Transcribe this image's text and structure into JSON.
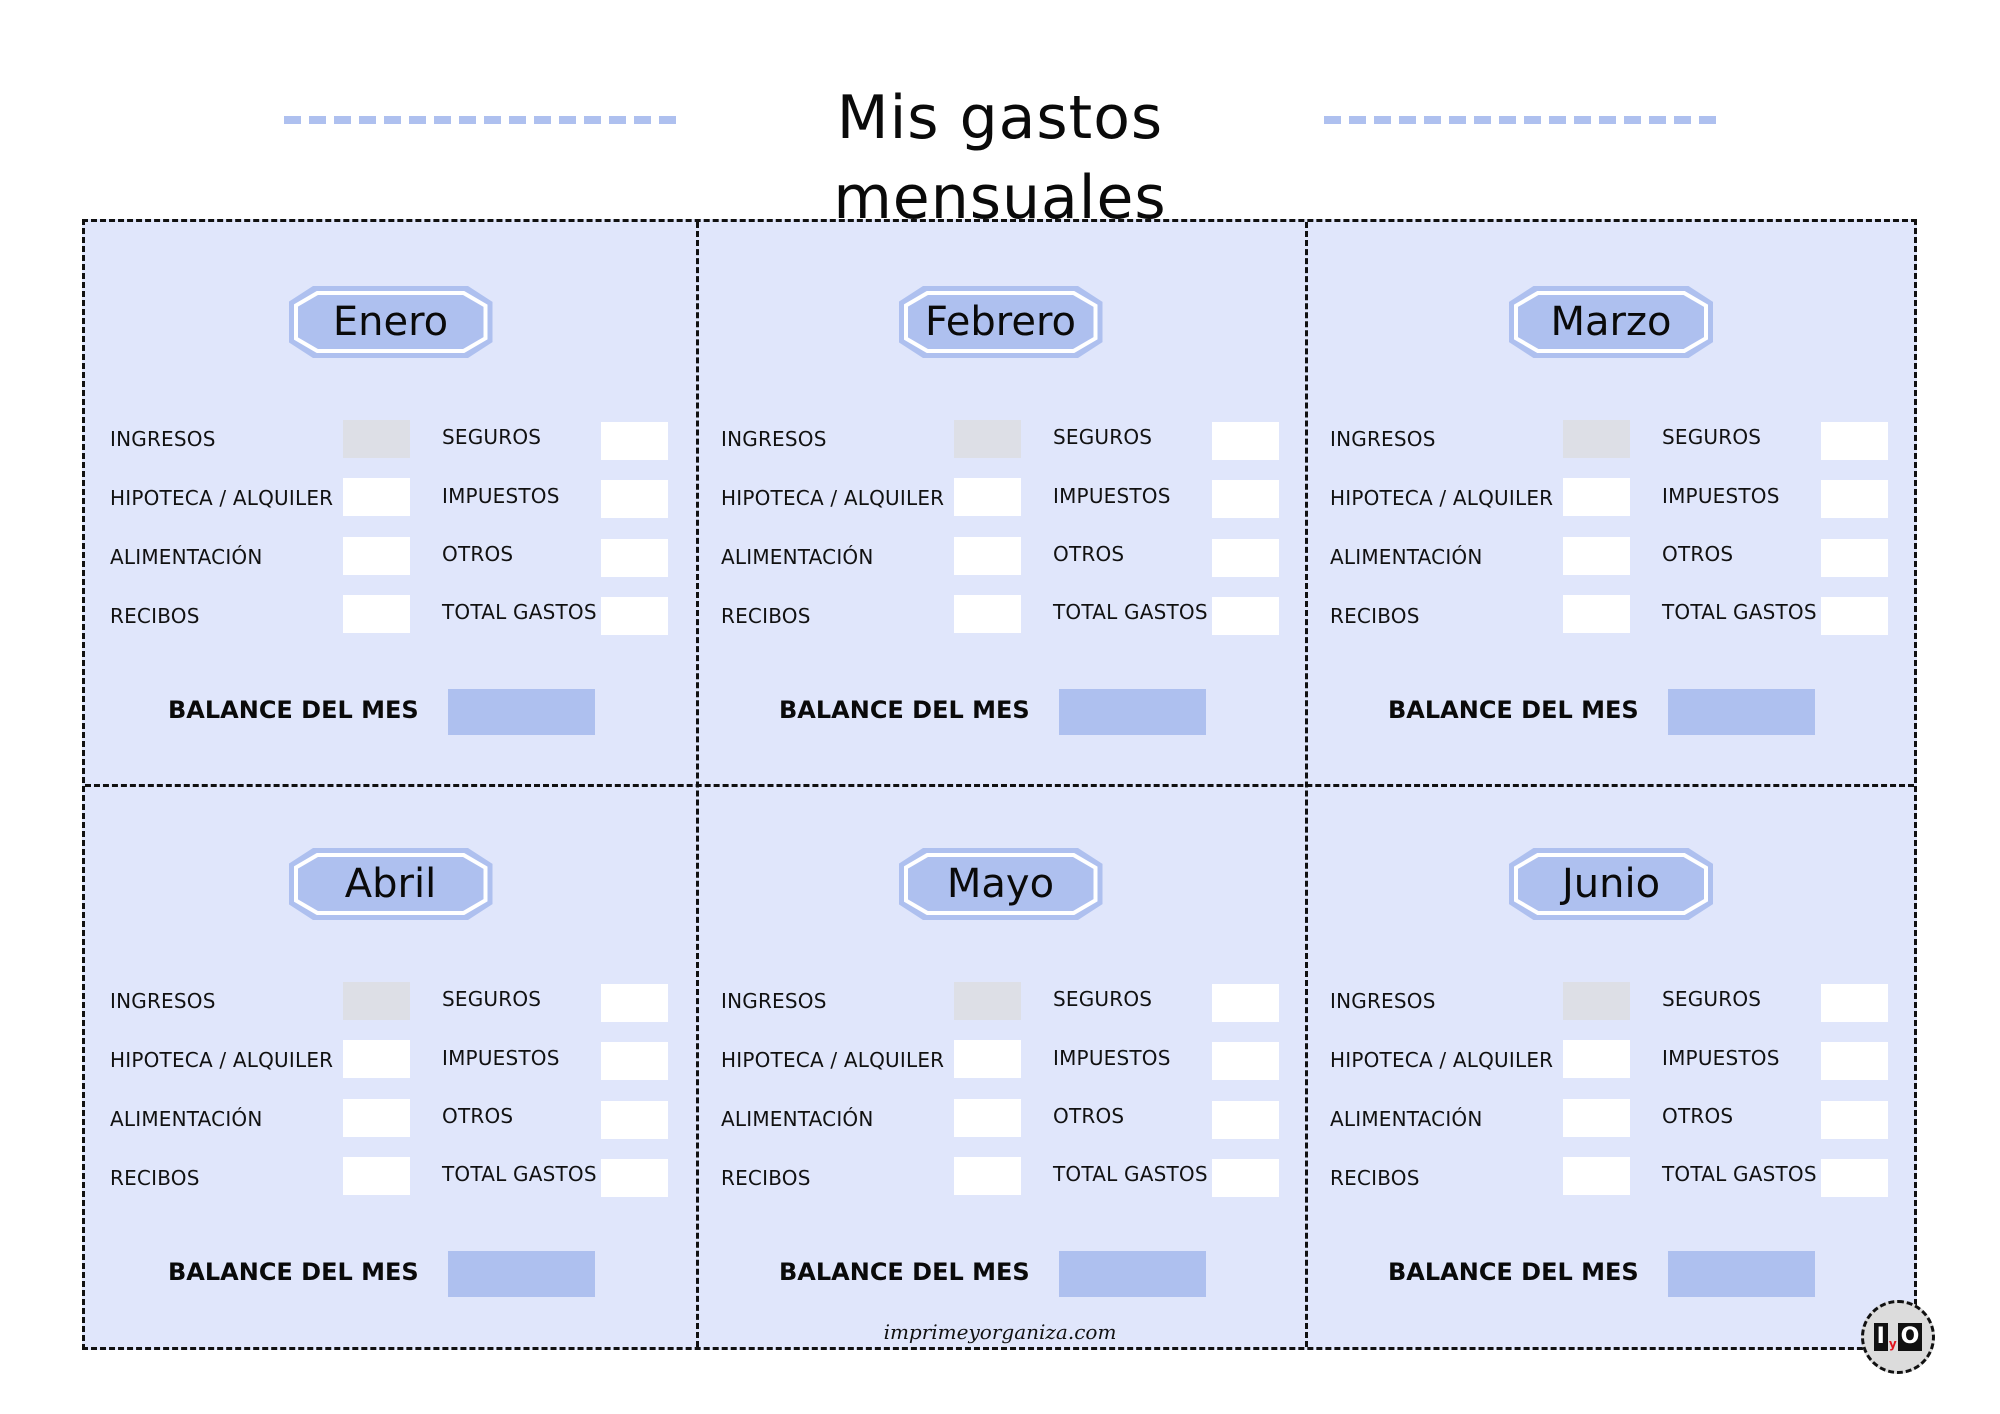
{
  "header": {
    "title": "Mis gastos mensuales"
  },
  "colors": {
    "panel_background": "#e0e6fb",
    "accent": "#aec0ef",
    "ingresos_box": "#dddfe6",
    "value_box": "#ffffff",
    "border": "#111111"
  },
  "field_labels": {
    "ingresos": "INGRESOS",
    "hipoteca": "HIPOTECA / ALQUILER",
    "alimentacion": "ALIMENTACIÓN",
    "recibos": "RECIBOS",
    "seguros": "SEGUROS",
    "impuestos": "IMPUESTOS",
    "otros": "OTROS",
    "total": "TOTAL GASTOS",
    "balance": "BALANCE DEL MES"
  },
  "months": [
    {
      "name": "Enero"
    },
    {
      "name": "Febrero"
    },
    {
      "name": "Marzo"
    },
    {
      "name": "Abril"
    },
    {
      "name": "Mayo"
    },
    {
      "name": "Junio"
    }
  ],
  "footer": {
    "website": "imprimeyorganiza.com",
    "logo": {
      "left": "I",
      "middle": "y",
      "right": "O"
    }
  }
}
